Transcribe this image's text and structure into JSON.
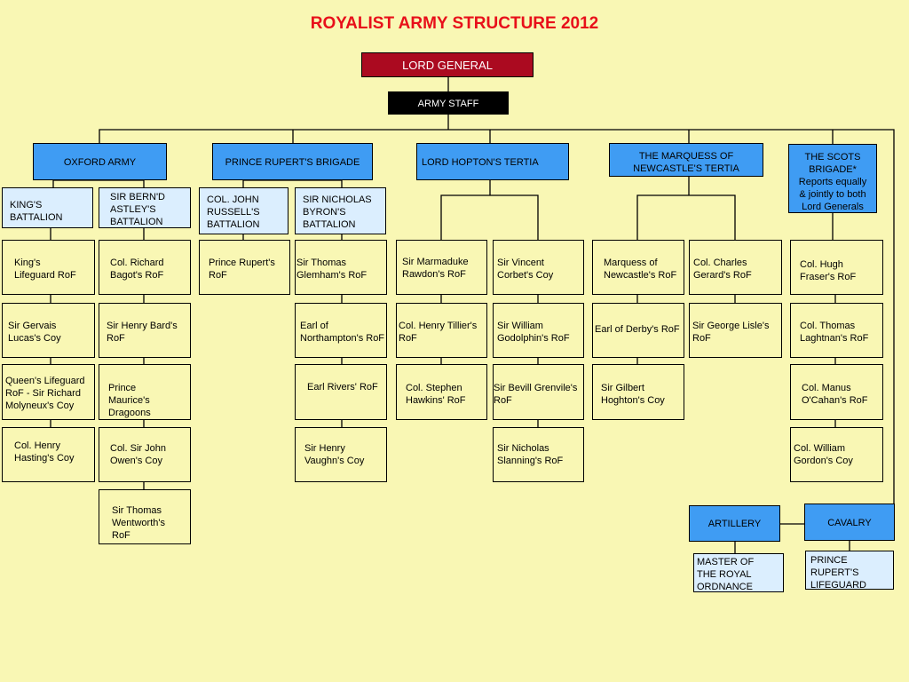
{
  "title": "ROYALIST ARMY STRUCTURE 2012",
  "lord_general": "LORD GENERAL",
  "army_staff": "ARMY STAFF",
  "commands": {
    "oxford": "OXFORD ARMY",
    "rupert": "PRINCE RUPERT'S BRIGADE",
    "hopton": "LORD HOPTON'S TERTIA",
    "newcastle": "THE MARQUESS OF NEWCASTLE'S TERTIA",
    "scots": "THE SCOTS BRIGADE* Reports equally & jointly to both Lord Generals"
  },
  "battalions": {
    "kings": "KING'S BATTALION",
    "astley": "SIR BERN'D ASTLEY'S BATTALION",
    "russell": "COL. JOHN RUSSELL'S BATTALION",
    "byron": "SIR NICHOLAS BYRON'S BATTALION"
  },
  "units": {
    "c1": [
      "King's Lifeguard RoF",
      "Sir Gervais Lucas's Coy",
      "Queen's Lifeguard RoF - Sir Richard Molyneux's Coy",
      "Col. Henry Hasting's Coy"
    ],
    "c2": [
      "Col. Richard Bagot's RoF",
      "Sir Henry Bard's RoF",
      "Prince Maurice's Dragoons",
      "Col. Sir John Owen's Coy",
      "Sir Thomas Wentworth's RoF"
    ],
    "c3": [
      "Prince Rupert's RoF"
    ],
    "c4": [
      "Sir Thomas Glemham's RoF",
      "Earl of Northampton's RoF",
      "Earl Rivers' RoF",
      "Sir Henry Vaughn's Coy"
    ],
    "c5": [
      "Sir Marmaduke Rawdon's RoF",
      "Col. Henry Tillier's RoF",
      "Col. Stephen Hawkins' RoF"
    ],
    "c6": [
      "Sir Vincent Corbet's Coy",
      "Sir William Godolphin's RoF",
      "Sir Bevill Grenvile's RoF",
      "Sir Nicholas Slanning's RoF"
    ],
    "c7": [
      "Marquess of Newcastle's RoF",
      "Earl of Derby's RoF",
      "Sir Gilbert Hoghton's Coy"
    ],
    "c8": [
      "Col. Charles Gerard's RoF",
      "Sir George Lisle's RoF"
    ],
    "c9": [
      "Col. Hugh Fraser's RoF",
      "Col. Thomas Laghtnan's RoF",
      "Col. Manus O'Cahan's RoF",
      "Col. William Gordon's Coy"
    ]
  },
  "artillery": "ARTILLERY",
  "cavalry": "CAVALRY",
  "ordnance": "MASTER OF THE ROYAL ORDNANCE",
  "lifeguard": "PRINCE RUPERT'S LIFEGUARD",
  "colors": {
    "background": "#f9f7b4",
    "command": "#3f9cf3",
    "battalion": "#dbeefe",
    "lord_general": "#ab0a20"
  }
}
